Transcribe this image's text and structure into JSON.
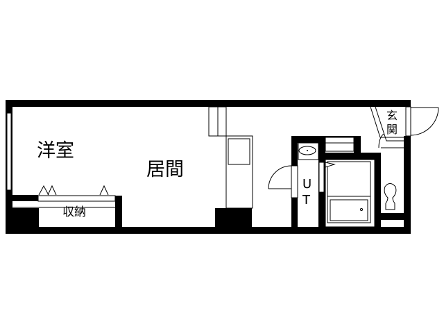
{
  "floor_plan": {
    "colors": {
      "wall": "#000000",
      "background": "#ffffff",
      "line": "#000000"
    },
    "rooms": [
      {
        "id": "western-room",
        "label": "洋室"
      },
      {
        "id": "living-room",
        "label": "居間"
      },
      {
        "id": "closet",
        "label": "収納"
      },
      {
        "id": "utility",
        "label_line1": "U",
        "label_line2": "T"
      },
      {
        "id": "entrance",
        "label_line1": "玄",
        "label_line2": "関"
      }
    ]
  }
}
